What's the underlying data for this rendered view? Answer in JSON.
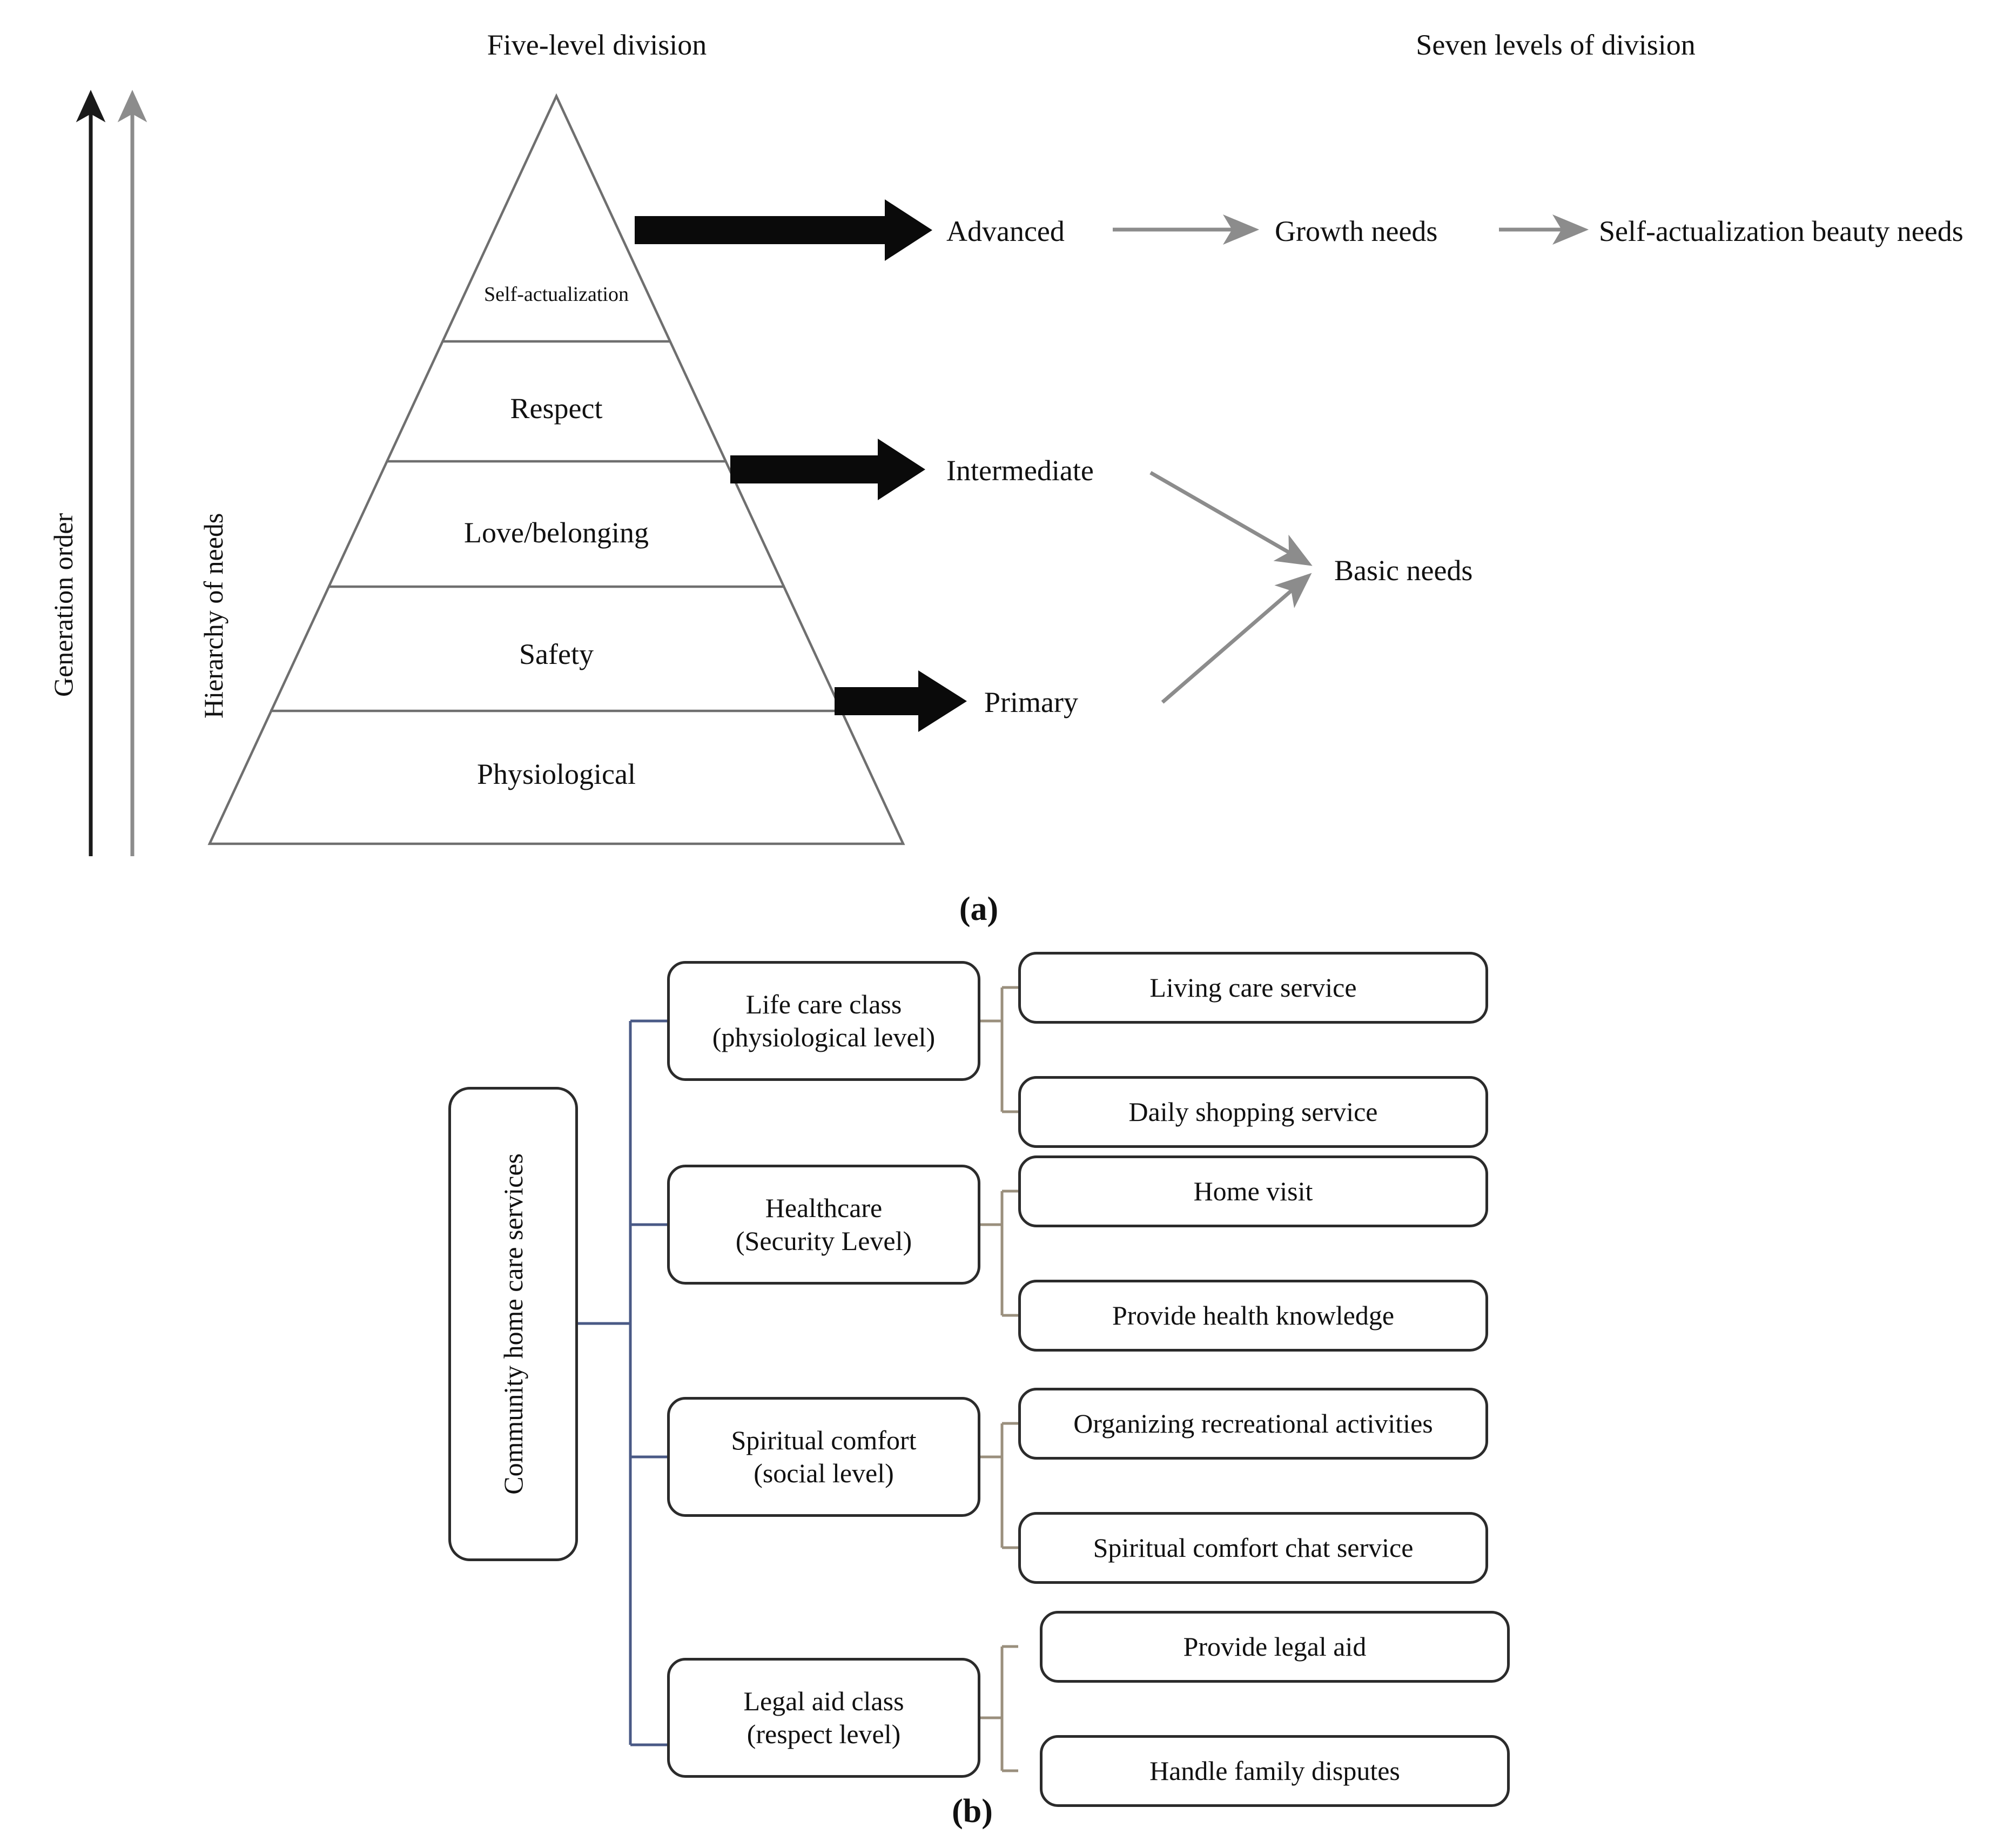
{
  "figure": {
    "panel_a_label": "(a)",
    "panel_b_label": "(b)"
  },
  "panel_a": {
    "headers": {
      "left": "Five-level division",
      "right": "Seven levels of division"
    },
    "axes": [
      {
        "name": "generation-order-axis",
        "label": "Generation order",
        "color": "#1a1a1a"
      },
      {
        "name": "hierarchy-of-needs-axis",
        "label": "Hierarchy of needs",
        "color": "#8c8c8c"
      }
    ],
    "pyramid": {
      "title": "Maslow hierarchy of needs pyramid",
      "levels": [
        {
          "label": "Self-actualization",
          "order": 5
        },
        {
          "label": "Respect",
          "order": 4
        },
        {
          "label": "Love/belonging",
          "order": 3
        },
        {
          "label": "Safety",
          "order": 2
        },
        {
          "label": "Physiological",
          "order": 1
        }
      ]
    },
    "stages": [
      {
        "label": "Advanced",
        "maps_to": "Growth needs"
      },
      {
        "label": "Intermediate",
        "maps_to": "Basic needs"
      },
      {
        "label": "Primary",
        "maps_to": "Basic needs"
      }
    ],
    "groupings": [
      {
        "label": "Growth needs"
      },
      {
        "label": "Basic needs"
      }
    ],
    "terminal": {
      "label": "Self-actualization beauty needs"
    }
  },
  "panel_b": {
    "root": {
      "label": "Community home care services"
    },
    "branches": [
      {
        "label_line1": "Life care class",
        "label_line2": "(physiological level)",
        "children": [
          {
            "label": "Living care service"
          },
          {
            "label": "Daily shopping service"
          }
        ]
      },
      {
        "label_line1": "Healthcare",
        "label_line2": "(Security Level)",
        "children": [
          {
            "label": "Home visit"
          },
          {
            "label": "Provide health knowledge"
          }
        ]
      },
      {
        "label_line1": "Spiritual comfort",
        "label_line2": "(social level)",
        "children": [
          {
            "label": "Organizing recreational activities"
          },
          {
            "label": "Spiritual comfort chat service"
          }
        ]
      },
      {
        "label_line1": "Legal aid class",
        "label_line2": "(respect level)",
        "children": [
          {
            "label": "Provide legal aid"
          },
          {
            "label": "Handle family disputes"
          }
        ]
      }
    ]
  },
  "colors": {
    "box_border": "#2b2b2b",
    "pyramid_stroke": "#6f6f6f",
    "thick_arrow": "#0a0a0a",
    "thin_arrow": "#8c8c8c",
    "trunk_connector": "#4a5a86",
    "leaf_connector": "#9a8f7d",
    "text": "#111111",
    "background": "#ffffff"
  }
}
